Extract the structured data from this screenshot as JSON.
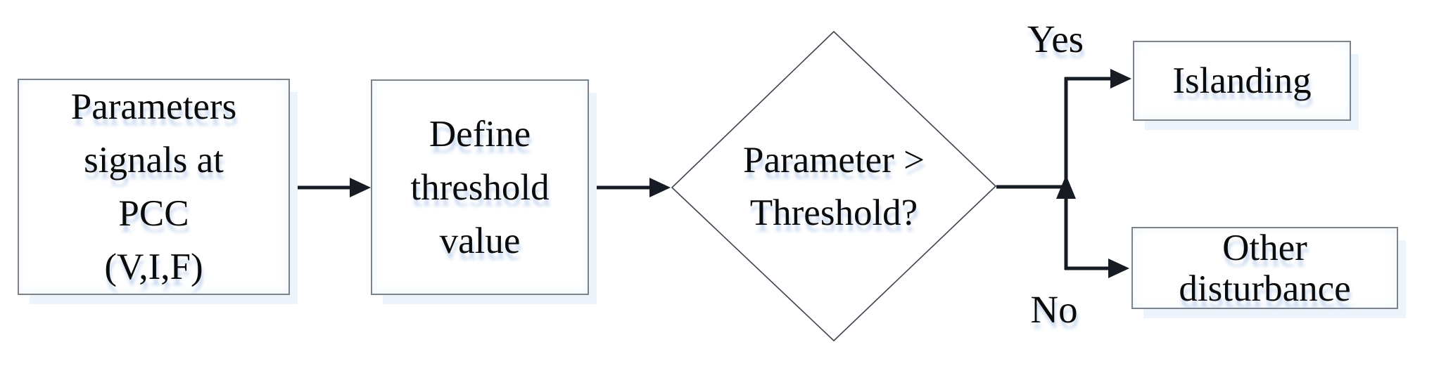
{
  "diagram": {
    "type": "flowchart",
    "topic": "Passive islanding detection decision flow",
    "nodes": {
      "start": {
        "shape": "rectangle",
        "lines": [
          "Parameters",
          "signals at",
          "PCC",
          "(V,I,F)"
        ]
      },
      "threshold": {
        "shape": "rectangle",
        "lines": [
          "Define",
          "threshold",
          "value"
        ]
      },
      "decision": {
        "shape": "diamond",
        "lines": [
          "Parameter >",
          "Threshold?"
        ]
      },
      "islanding": {
        "shape": "rectangle",
        "lines": [
          "Islanding"
        ]
      },
      "other": {
        "shape": "rectangle",
        "lines": [
          "Other",
          "disturbance"
        ]
      }
    },
    "branch_labels": {
      "yes": "Yes",
      "no": "No"
    },
    "edges": [
      {
        "from": "start",
        "to": "threshold",
        "label": ""
      },
      {
        "from": "threshold",
        "to": "decision",
        "label": ""
      },
      {
        "from": "decision",
        "to": "islanding",
        "label": "Yes"
      },
      {
        "from": "decision",
        "to": "other",
        "label": "No"
      }
    ],
    "colors": {
      "box_border": "#7d838b",
      "arrow_line": "#161b24",
      "diamond_stroke": "#3c4350",
      "text": "#0b0b0c",
      "box_shadow": "#eef4fb",
      "text_halftone_shadow": "rgba(100,145,210,0.38)",
      "background": "#ffffff"
    }
  }
}
